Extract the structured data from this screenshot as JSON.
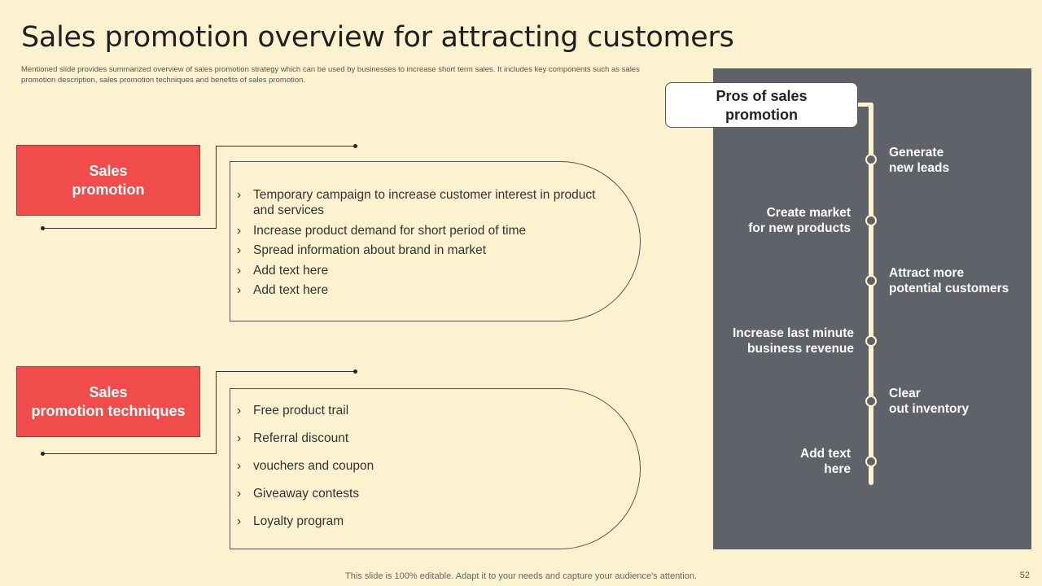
{
  "title": "Sales promotion overview for attracting customers",
  "subtitle": "Mentioned slide provides summarized overview of sales promotion strategy which can be used by businesses to increase short term sales. It includes key components such as sales promotion description, sales promotion techniques and benefits of sales promotion.",
  "section1": {
    "label_line1": "Sales",
    "label_line2": "promotion",
    "items": [
      "Temporary campaign to increase customer interest in product and services",
      "Increase product demand for short period of time",
      "Spread information about brand in market",
      "Add text here",
      "Add text here"
    ]
  },
  "section2": {
    "label_line1": "Sales",
    "label_line2": "promotion techniques",
    "items": [
      "Free product trail",
      "Referral discount",
      "vouchers and coupon",
      "Giveaway contests",
      "Loyalty program"
    ]
  },
  "pros": {
    "title_line1": "Pros of sales",
    "title_line2": "promotion",
    "items": [
      {
        "line1": "Generate",
        "line2": "new leads"
      },
      {
        "line1": "Create market",
        "line2": "for new products"
      },
      {
        "line1": "Attract more",
        "line2": "potential customers"
      },
      {
        "line1": "Increase last minute",
        "line2": "business revenue"
      },
      {
        "line1": "Clear",
        "line2": "out inventory"
      },
      {
        "line1": "Add text",
        "line2": "here"
      }
    ]
  },
  "footer": "This slide is 100% editable. Adapt it to your needs and capture your audience's attention.",
  "page_number": "52",
  "colors": {
    "background": "#fdf2d0",
    "accent_red": "#f14c4c",
    "panel_gray": "#5f6268"
  }
}
